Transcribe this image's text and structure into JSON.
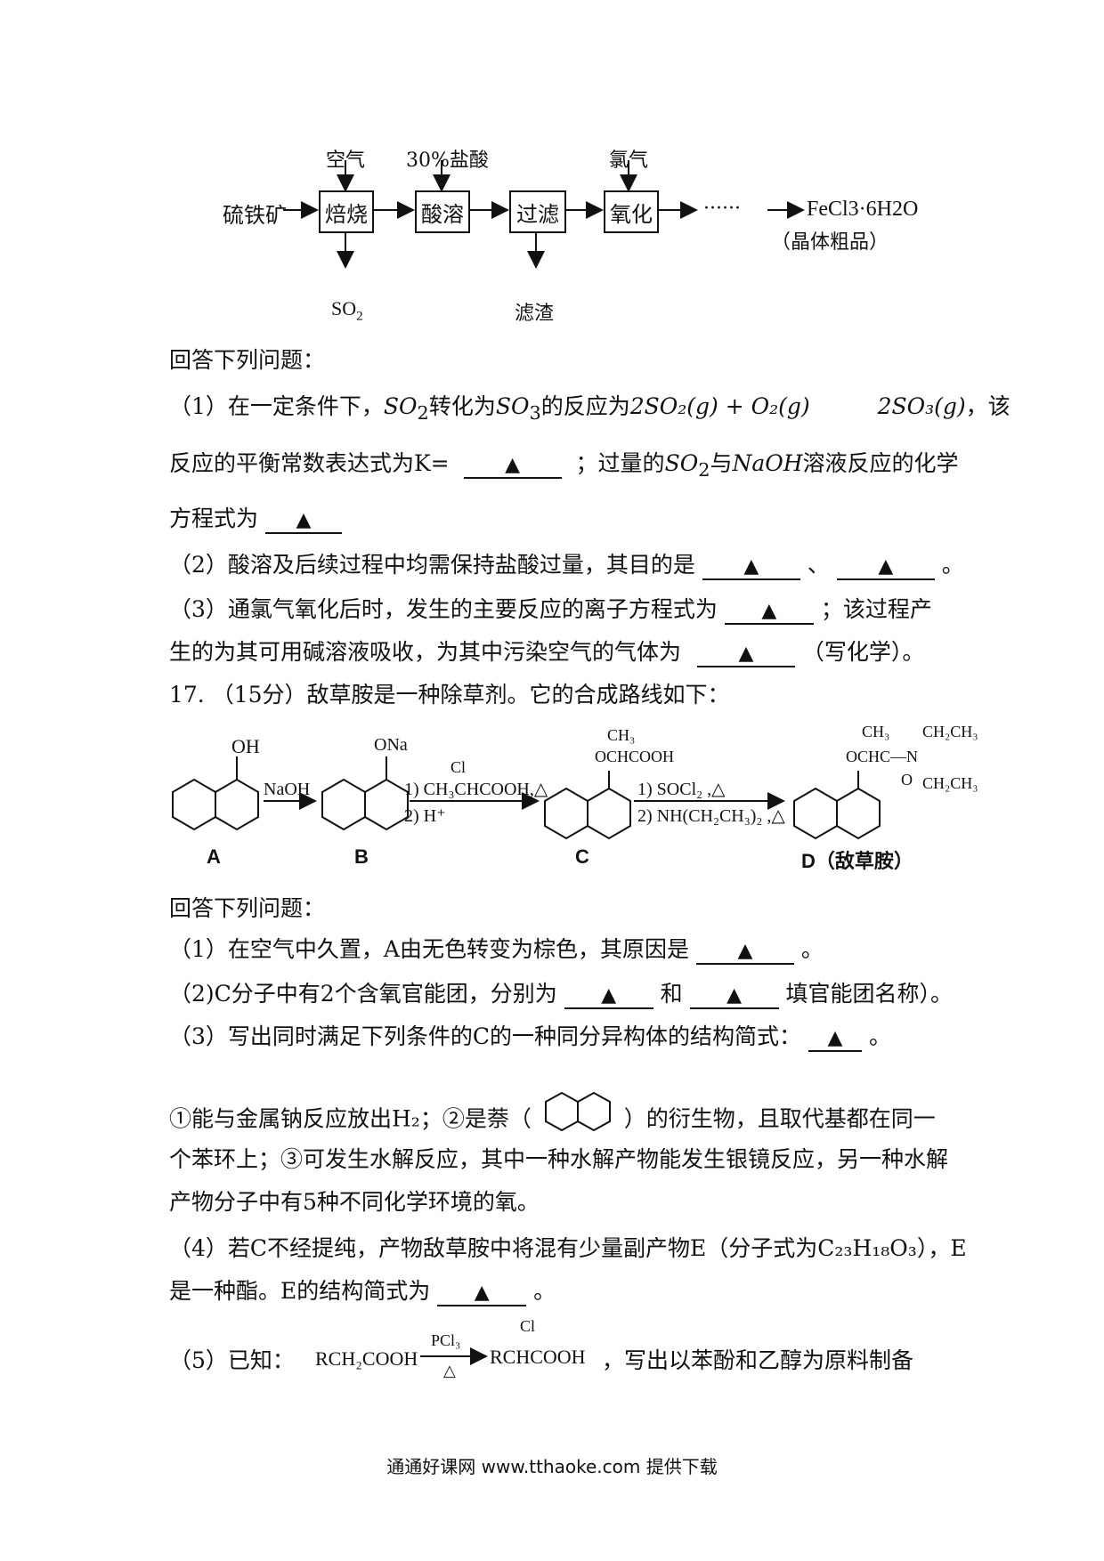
{
  "flow": {
    "start": "硫铁矿",
    "boxes": [
      "焙烧",
      "酸溶",
      "过滤",
      "氧化"
    ],
    "inputs": [
      "空气",
      "30%盐酸",
      "氯气"
    ],
    "outputs": [
      "SO2",
      "滤渣"
    ],
    "product_formula": "FeCl3·6H2O",
    "product_note": "（晶体粗品）",
    "dots": "······"
  },
  "q16": {
    "intro": "回答下列问题：",
    "p1_a": "（1）在一定条件下，",
    "p1_so2": "SO",
    "p1_b": "转化为",
    "p1_so3": "SO",
    "p1_c": "的反应为",
    "p1_eq": "2SO₂(g) + O₂(g)",
    "p1_eq2": "2SO₃(g)",
    "p1_d": "，该",
    "p1_line2_a": "反应的平衡常数表达式为K=",
    "p1_line2_b": "；过量的",
    "p1_line2_c": "与",
    "p1_naoh": "NaOH",
    "p1_line2_d": "溶液反应的化学",
    "p1_line3": "方程式为",
    "p2_a": "（2）酸溶及后续过程中均需保持盐酸过量，其目的是",
    "p2_b": "、",
    "p2_c": "。",
    "p3_a": "（3）通氯气氧化后时，发生的主要反应的离子方程式为",
    "p3_b": "；该过程产",
    "p3_line2_a": "生的为其可用碱溶液吸收，为其中污染空气的气体为",
    "p3_line2_b": "（写化学）。"
  },
  "q17": {
    "title": "17. （15分）敌草胺是一种除草剂。它的合成路线如下：",
    "labels": [
      "A",
      "B",
      "C",
      "D（敌草胺）"
    ],
    "reagent1": "NaOH",
    "reagent2a": "1) CH₃CHCOOH,△",
    "reagent2a_cl": "Cl",
    "reagent2b": "2) H⁺",
    "reagent3a": "1) SOCl₂ ,△",
    "reagent3b": "2) NH(CH₂CH₃)₂ ,△",
    "sub_a": "OH",
    "sub_b": "ONa",
    "sub_c1": "CH₃",
    "sub_c2": "OCHCOOH",
    "sub_d1": "CH₃",
    "sub_d2": "OCHC—N",
    "sub_d3": "O",
    "sub_d4": "CH₂CH₃",
    "sub_d5": "CH₂CH₃",
    "intro": "回答下列问题：",
    "p1": "（1）在空气中久置，A由无色转变为棕色，其原因是",
    "p1_end": "。",
    "p2_a": "（2)C分子中有2个含氧官能团，分别为",
    "p2_b": "和",
    "p2_c": "填官能团名称）。",
    "p3": "（3）写出同时满足下列条件的C的一种同分异构体的结构简式：",
    "p3_end": "。",
    "c1_a": "①能与金属钠反应放出H₂；②是萘（",
    "c1_b": "）的衍生物，且取代基都在同一",
    "c2": "个苯环上；③可发生水解反应，其中一种水解产物能发生银镜反应，另一种水解",
    "c3": "产物分子中有5种不同化学环境的氧。",
    "p4_a": "（4）若C不经提纯，产物敌草胺中将混有少量副产物E（分子式为C₂₃H₁₈O₃），E",
    "p4_b": "是一种酯。E的结构简式为",
    "p4_end": "。",
    "p5_a": "（5）已知：",
    "p5_r1": "RCH₂COOH",
    "p5_reagent": "PCl₃",
    "p5_cond": "△",
    "p5_cl": "Cl",
    "p5_r2": "RCHCOOH",
    "p5_b": "，写出以苯酚和乙醇为原料制备"
  },
  "blank_mark": "▲",
  "footer": "通通好课网  www.tthaoke.com  提供下载"
}
